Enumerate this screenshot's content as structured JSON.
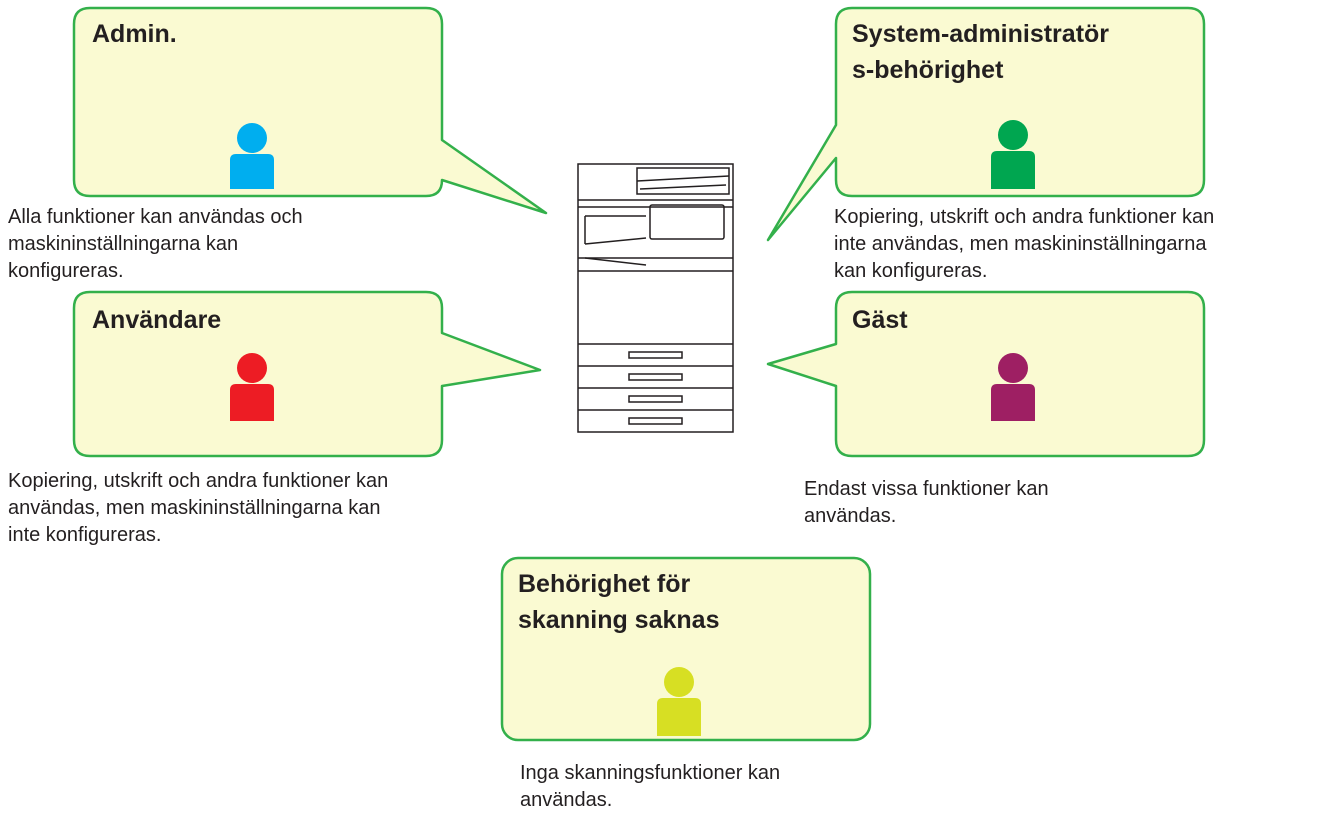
{
  "roles": [
    {
      "id": "admin",
      "title": "Admin.",
      "description": "Alla funktioner kan användas och\nmaskininställningarna kan\nkonfigureras.",
      "icon": "user-icon",
      "color": "#00aeef"
    },
    {
      "id": "sysadmin",
      "title": "System-administratör\ns-behörighet",
      "description": "Kopiering, utskrift och andra funktioner kan\ninte användas, men maskininställningarna\nkan konfigureras.",
      "icon": "user-icon",
      "color": "#00a650"
    },
    {
      "id": "user",
      "title": "Användare",
      "description": "Kopiering, utskrift och andra funktioner kan\nanvändas, men maskininställningarna kan\ninte konfigureras.",
      "icon": "user-icon",
      "color": "#ed1c24"
    },
    {
      "id": "guest",
      "title": "Gäst",
      "description": "Endast vissa funktioner kan\nanvändas.",
      "icon": "user-icon",
      "color": "#9e1f63"
    },
    {
      "id": "noscan",
      "title": "Behörighet för\nskanning saknas",
      "description": "Inga skanningsfunktioner kan\nanvändas.",
      "icon": "user-icon",
      "color": "#d7df23"
    }
  ],
  "center_device": {
    "icon": "multifunction-printer-icon"
  },
  "colors": {
    "bubble_fill": "#fafad2",
    "bubble_border": "#33b04b",
    "text": "#231f20"
  }
}
